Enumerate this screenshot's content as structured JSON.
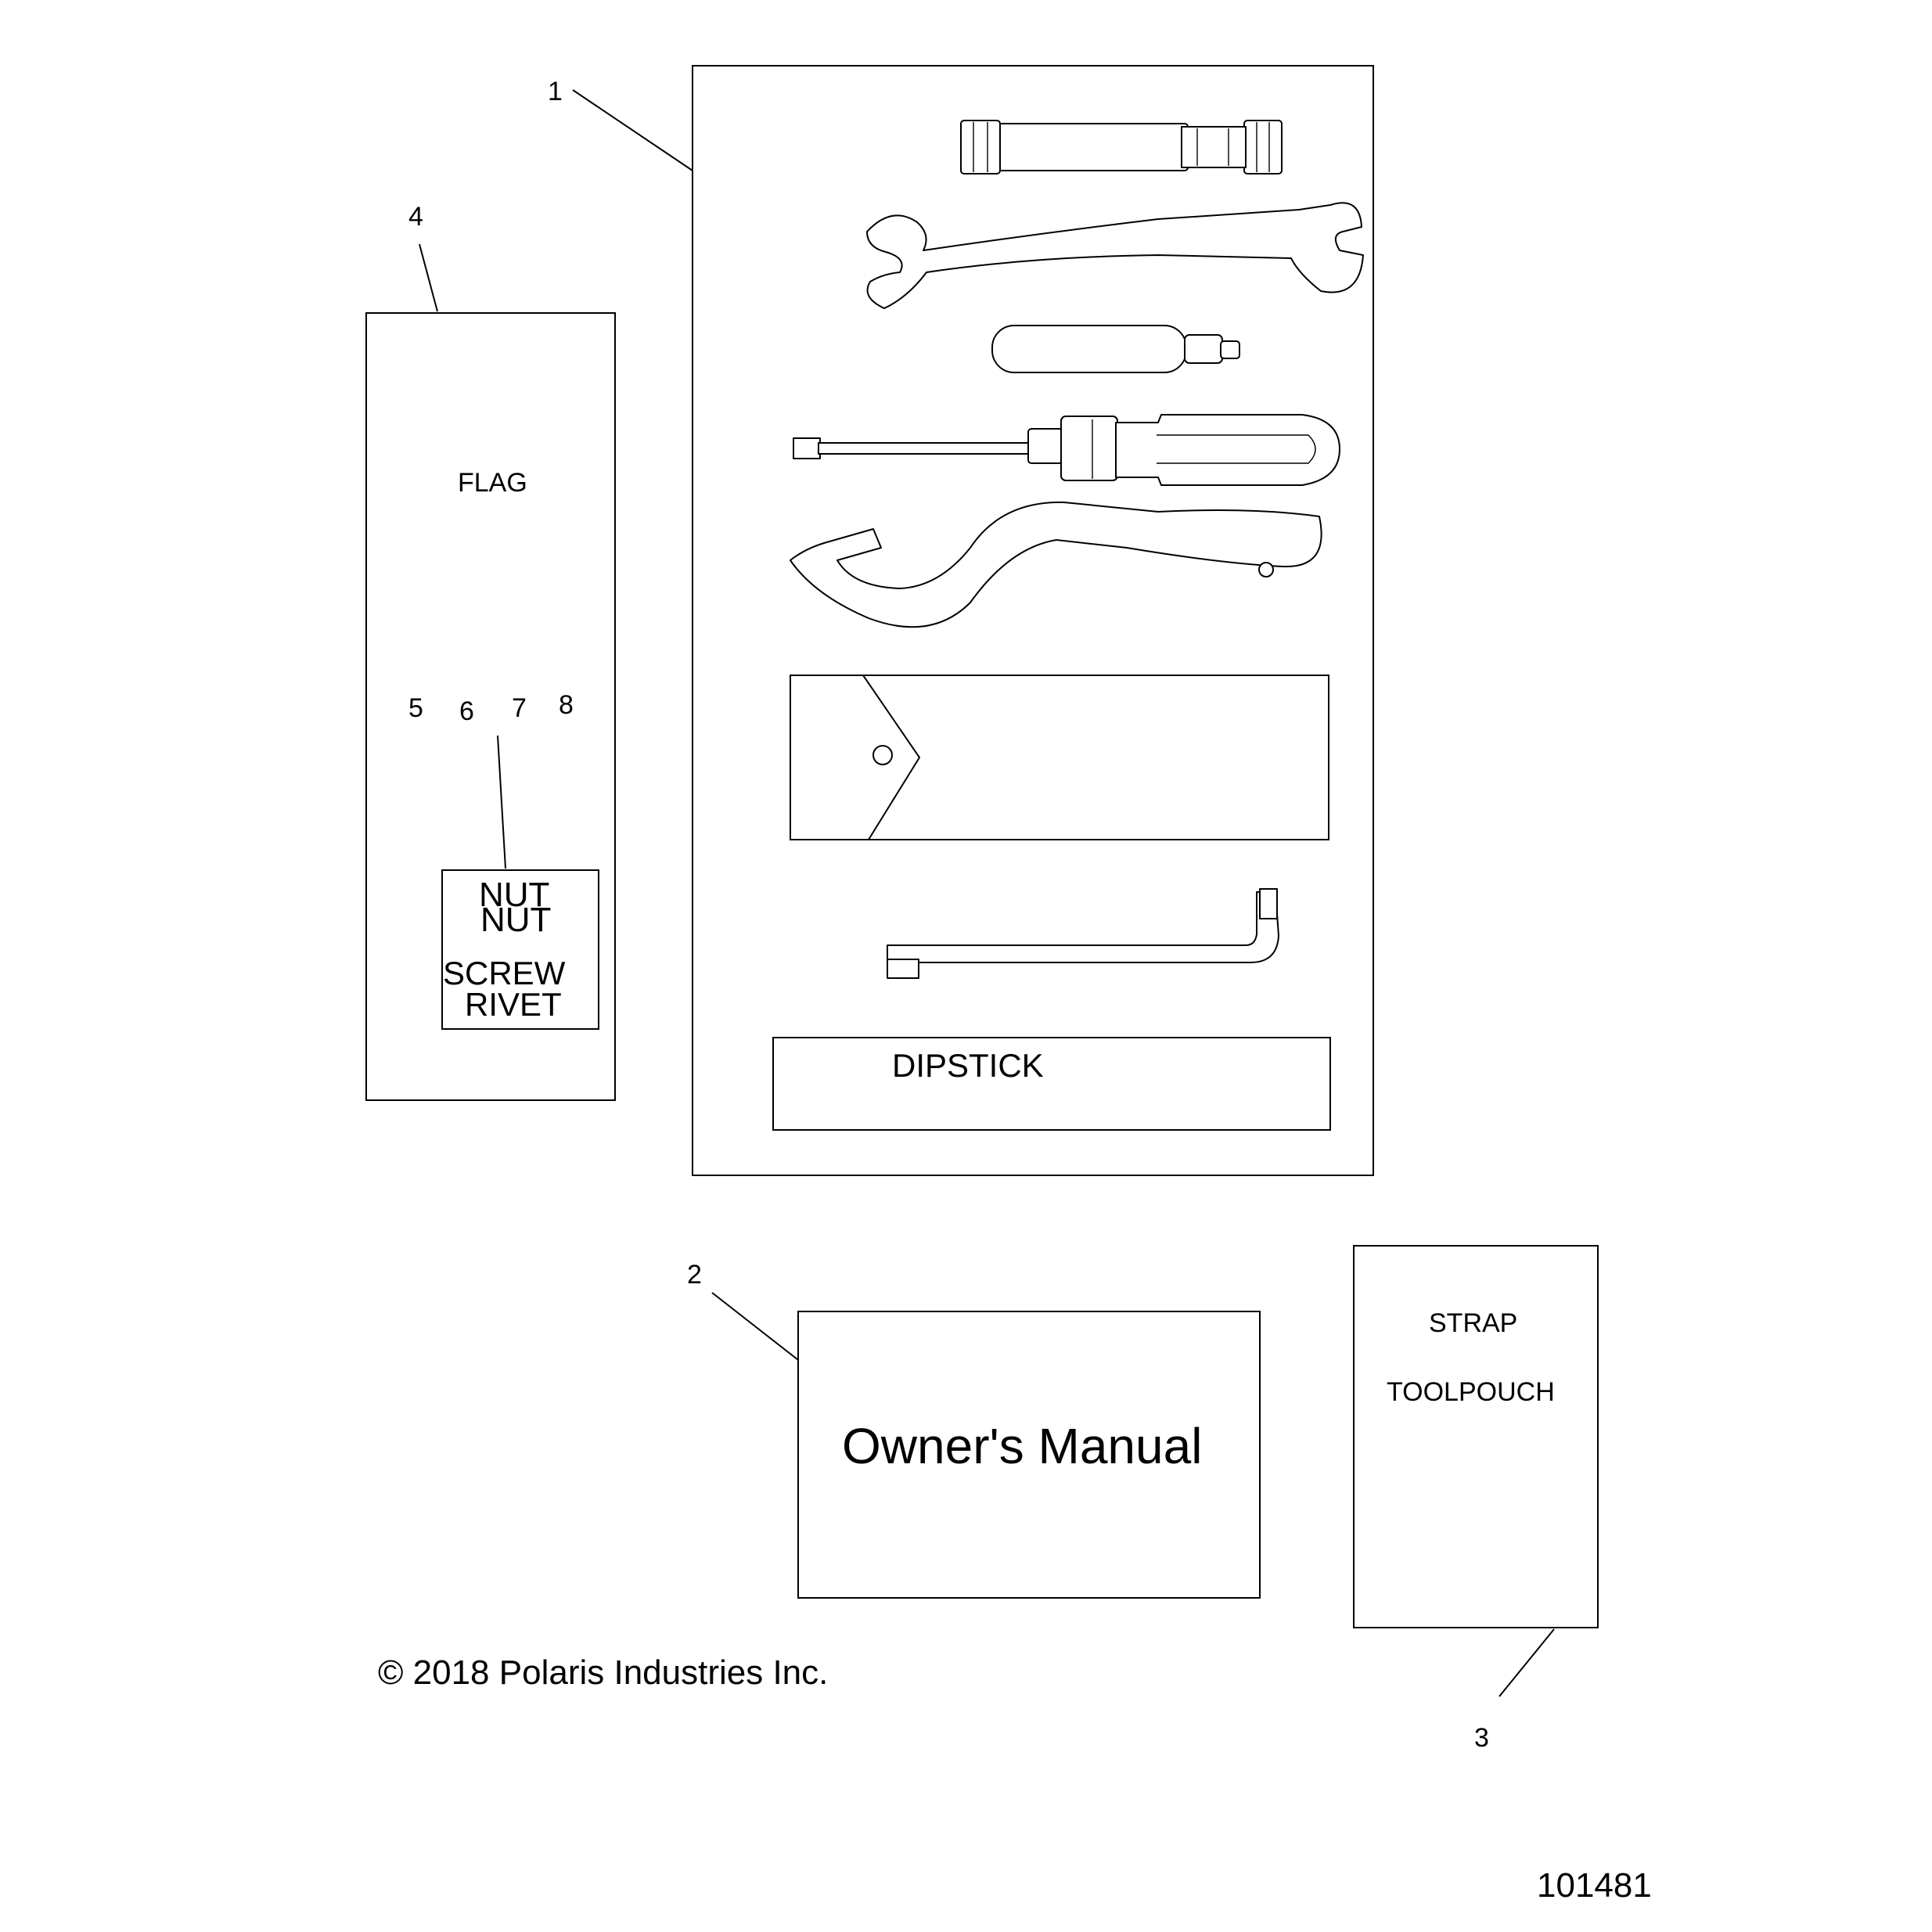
{
  "callouts": {
    "c1": "1",
    "c2": "2",
    "c3": "3",
    "c4": "4",
    "c5": "5",
    "c6": "6",
    "c7": "7",
    "c8": "8"
  },
  "flag_panel": {
    "flag_label": "FLAG",
    "hardware_labels": [
      "NUT",
      "NUT",
      "SCREW",
      "RIVET"
    ]
  },
  "tool_kit": {
    "dipstick_label": "DIPSTICK"
  },
  "manual": {
    "label": "Owner's Manual"
  },
  "pouch": {
    "strap_label": "STRAP",
    "toolpouch_label": "TOOLPOUCH"
  },
  "footer": {
    "copyright": "© 2018 Polaris Industries Inc.",
    "figure_number": "101481"
  }
}
